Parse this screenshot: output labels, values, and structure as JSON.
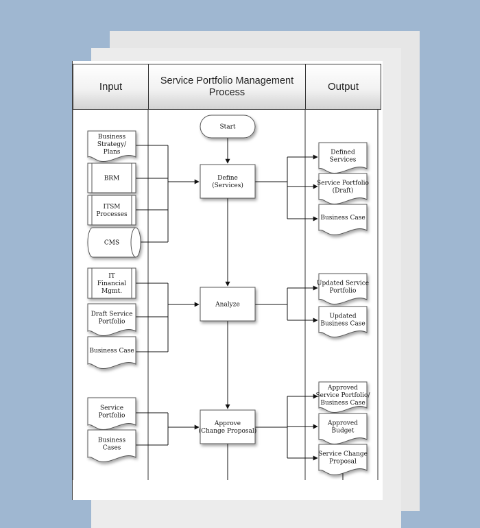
{
  "header": {
    "input": "Input",
    "process_line1": "Service Portfolio Management",
    "process_line2": "Process",
    "output": "Output"
  },
  "process": {
    "start": "Start",
    "define": [
      "Define",
      "(Services)"
    ],
    "analyze": [
      "Analyze"
    ],
    "approve": [
      "Approve",
      "(Change Proposal)"
    ]
  },
  "inputs": {
    "group1": [
      {
        "lines": [
          "Business",
          "Strategy/",
          "Plans"
        ],
        "shape": "document"
      },
      {
        "lines": [
          "BRM"
        ],
        "shape": "predefined"
      },
      {
        "lines": [
          "ITSM",
          "Processes"
        ],
        "shape": "predefined"
      },
      {
        "lines": [
          "CMS"
        ],
        "shape": "database"
      }
    ],
    "group2": [
      {
        "lines": [
          "IT",
          "Financial",
          "Mgmt."
        ],
        "shape": "predefined"
      },
      {
        "lines": [
          "Draft Service",
          "Portfolio"
        ],
        "shape": "document"
      },
      {
        "lines": [
          "Business Case"
        ],
        "shape": "document"
      }
    ],
    "group3": [
      {
        "lines": [
          "Service",
          "Portfolio"
        ],
        "shape": "document"
      },
      {
        "lines": [
          "Business",
          "Cases"
        ],
        "shape": "document"
      }
    ]
  },
  "outputs": {
    "group1": [
      {
        "lines": [
          "Defined",
          "Services"
        ]
      },
      {
        "lines": [
          "Service Portfolio",
          "(Draft)"
        ]
      },
      {
        "lines": [
          "Business Case"
        ]
      }
    ],
    "group2": [
      {
        "lines": [
          "Updated Service",
          "Portfolio"
        ]
      },
      {
        "lines": [
          "Updated",
          "Business Case"
        ]
      }
    ],
    "group3": [
      {
        "lines": [
          "Approved",
          "Service Portfolio/",
          "Business Case"
        ]
      },
      {
        "lines": [
          "Approved",
          "Budget"
        ]
      },
      {
        "lines": [
          "Service Change",
          "Proposal"
        ]
      }
    ]
  },
  "colors": {
    "background": "#9fb7d1",
    "lines": "#111111",
    "box_border": "#555555"
  }
}
